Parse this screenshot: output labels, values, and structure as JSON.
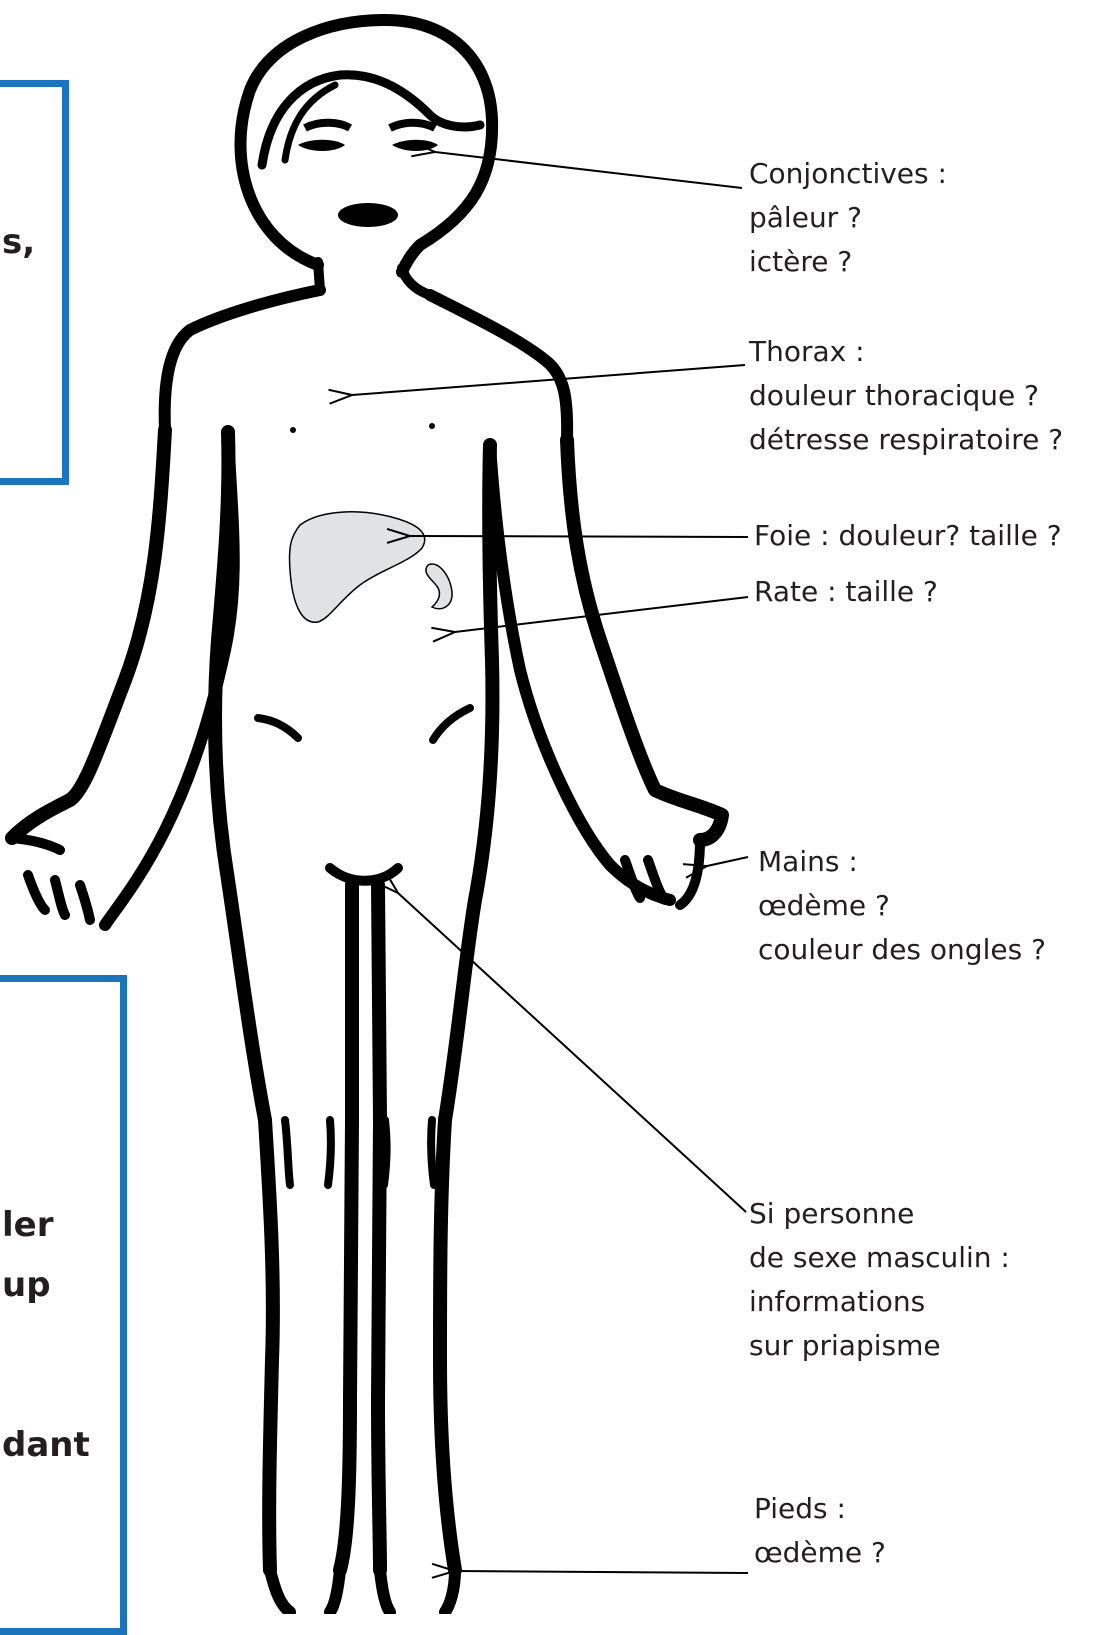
{
  "colors": {
    "box_border": "#1a75bc",
    "organ_fill": "#e1e2e3",
    "outline": "#000000",
    "text": "#231f20"
  },
  "boxes": {
    "top_fragment": "s,",
    "bottom_fragments": [
      "ler",
      "up",
      "dant"
    ]
  },
  "labels": {
    "conjonctives": [
      "Conjonctives :",
      "pâleur ?",
      "ictère ?"
    ],
    "thorax": [
      "Thorax :",
      "douleur thoracique ?",
      "détresse respiratoire ?"
    ],
    "foie": [
      "Foie : douleur? taille ?"
    ],
    "rate": [
      "Rate : taille ?"
    ],
    "mains": [
      "Mains :",
      "œdème ?",
      "couleur des ongles ?"
    ],
    "priapisme": [
      "Si personne",
      "de sexe masculin :",
      "informations",
      "sur priapisme"
    ],
    "pieds": [
      "Pieds :",
      "œdème ?"
    ]
  }
}
